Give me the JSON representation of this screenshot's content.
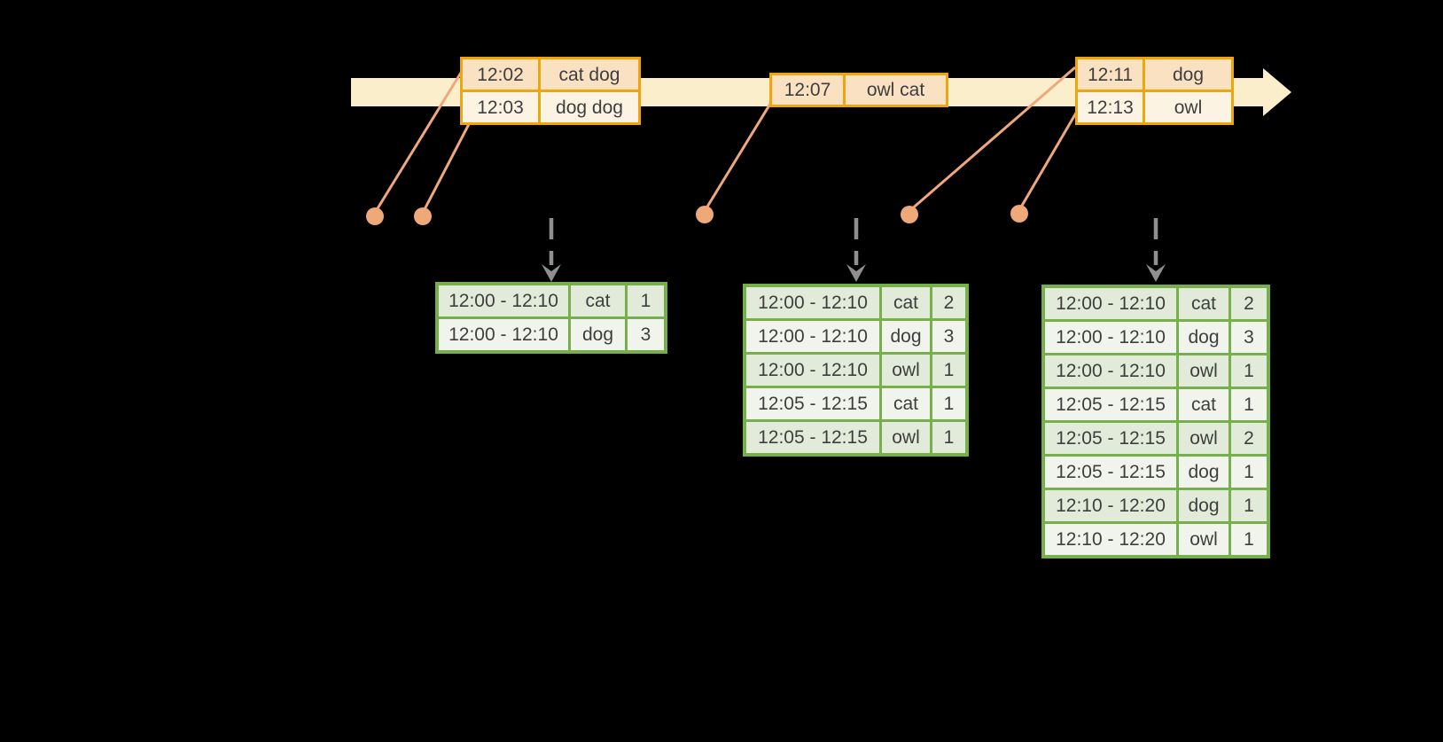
{
  "diagram": {
    "title": "windowed-word-counts-over-event-time",
    "colors": {
      "background": "#000000",
      "timeline_band": "#fbefcb",
      "event_box_border": "#f0a50c",
      "event_row_dark_fill": "#f9e1c2",
      "event_row_light_fill": "#fdf3e3",
      "connector_and_dot": "#efa87c",
      "trigger_arrow_gray": "#8f8f8f",
      "table_border_green": "#76b04a",
      "table_row_dark_fill": "#e2ebd9",
      "table_row_light_fill": "#f0f4ec",
      "text": "#3e3e3e"
    },
    "icons": {
      "timeline_arrow": "cream right-pointing arrow band",
      "event_dot": "orange circle marker",
      "trigger_arrow": "gray dashed downward arrow"
    }
  },
  "events": [
    {
      "rows": [
        {
          "time": "12:02",
          "words": "cat dog"
        },
        {
          "time": "12:03",
          "words": "dog dog"
        }
      ]
    },
    {
      "rows": [
        {
          "time": "12:07",
          "words": "owl cat"
        }
      ]
    },
    {
      "rows": [
        {
          "time": "12:11",
          "words": "dog"
        },
        {
          "time": "12:13",
          "words": "owl"
        }
      ]
    }
  ],
  "result_tables": [
    {
      "rows": [
        {
          "window": "12:00 - 12:10",
          "word": "cat",
          "count": "1"
        },
        {
          "window": "12:00 - 12:10",
          "word": "dog",
          "count": "3"
        }
      ]
    },
    {
      "rows": [
        {
          "window": "12:00 - 12:10",
          "word": "cat",
          "count": "2"
        },
        {
          "window": "12:00 - 12:10",
          "word": "dog",
          "count": "3"
        },
        {
          "window": "12:00 - 12:10",
          "word": "owl",
          "count": "1"
        },
        {
          "window": "12:05 - 12:15",
          "word": "cat",
          "count": "1"
        },
        {
          "window": "12:05 - 12:15",
          "word": "owl",
          "count": "1"
        }
      ]
    },
    {
      "rows": [
        {
          "window": "12:00 - 12:10",
          "word": "cat",
          "count": "2"
        },
        {
          "window": "12:00 - 12:10",
          "word": "dog",
          "count": "3"
        },
        {
          "window": "12:00 - 12:10",
          "word": "owl",
          "count": "1"
        },
        {
          "window": "12:05 - 12:15",
          "word": "cat",
          "count": "1"
        },
        {
          "window": "12:05 - 12:15",
          "word": "owl",
          "count": "2"
        },
        {
          "window": "12:05 - 12:15",
          "word": "dog",
          "count": "1"
        },
        {
          "window": "12:10 - 12:20",
          "word": "dog",
          "count": "1"
        },
        {
          "window": "12:10 - 12:20",
          "word": "owl",
          "count": "1"
        }
      ]
    }
  ]
}
